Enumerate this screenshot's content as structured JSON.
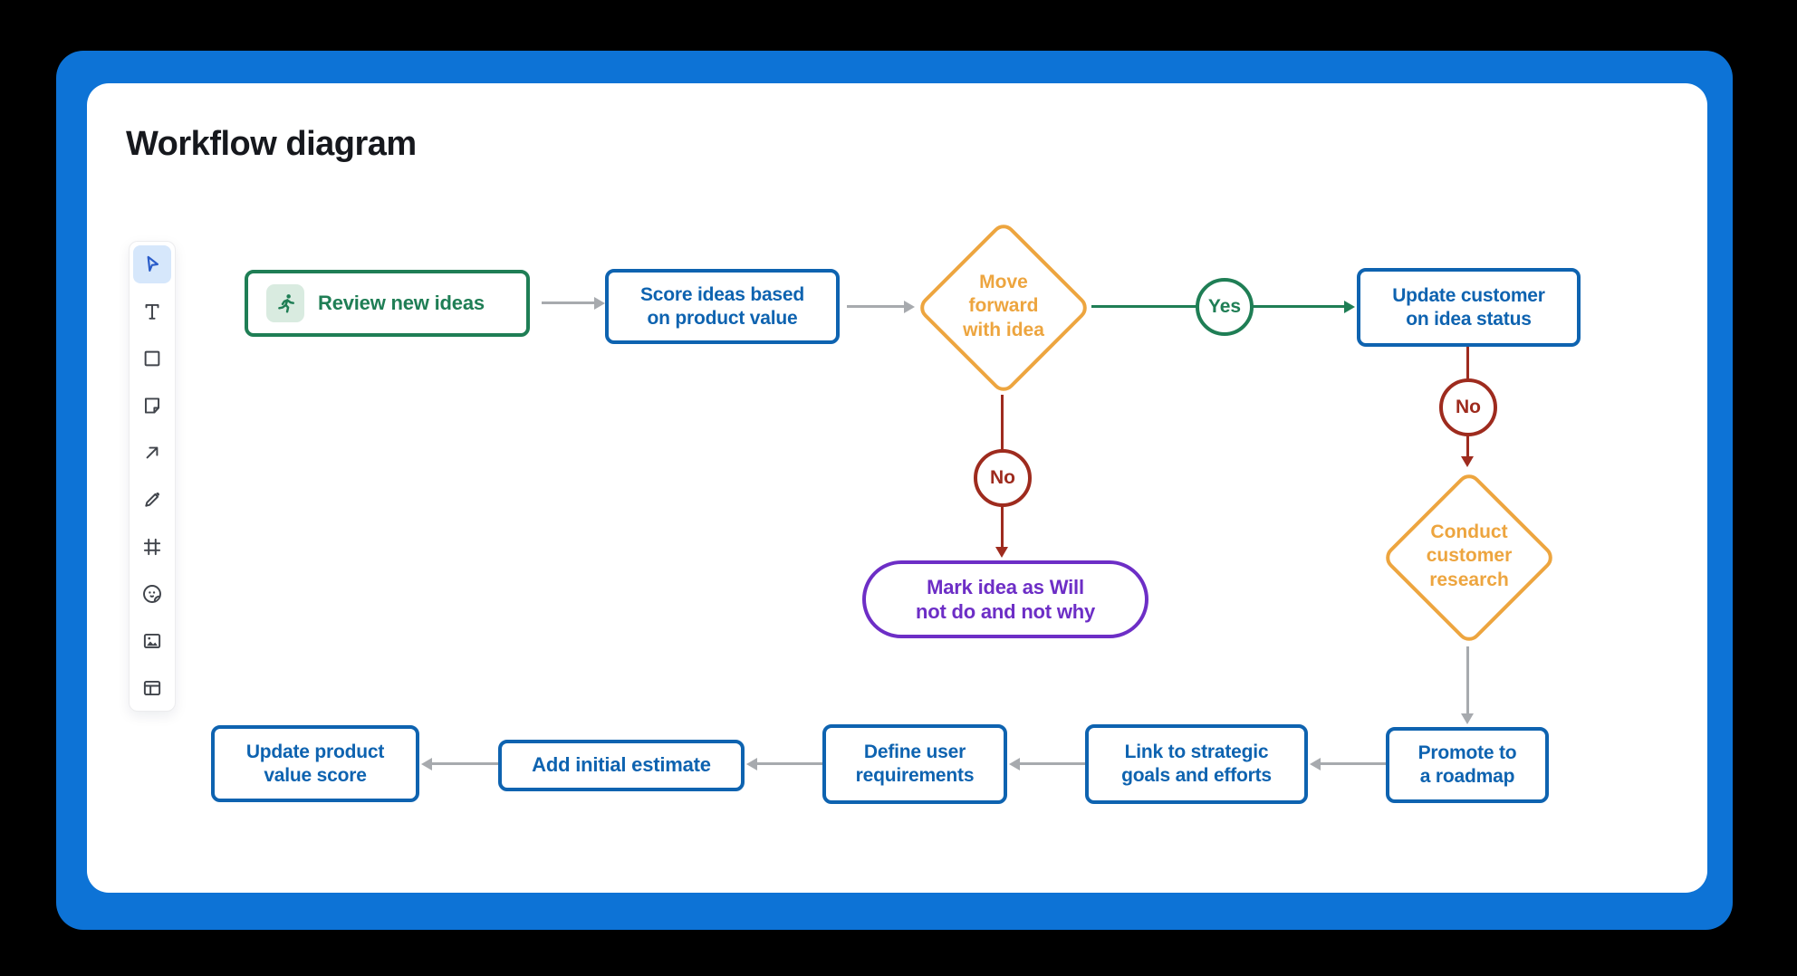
{
  "window": {
    "title": "Workflow diagram"
  },
  "colors": {
    "background": "#000000",
    "frame": "#0d73d6",
    "canvas": "#ffffff",
    "title": "#16181d",
    "green": "#1f7e55",
    "green_soft": "#d9ebe0",
    "blue": "#0e63b0",
    "amber": "#eda53f",
    "red": "#9e2b1e",
    "purple": "#6d2ec6",
    "gray_arrow": "#a7aaae",
    "toolbar_icon": "#40444b",
    "toolbar_selected_bg": "#d6e7fb",
    "toolbar_selected_icon": "#2a5cc9"
  },
  "toolbar": {
    "selected_tool": "select",
    "tools": [
      "select",
      "text",
      "shape",
      "sticky-note",
      "connector",
      "pen",
      "frame",
      "sticker",
      "image",
      "layout"
    ]
  },
  "diagram": {
    "review": {
      "label": "Review new ideas"
    },
    "score": {
      "label": "Score ideas based\non product value"
    },
    "decision_move_forward": {
      "label": "Move\nforward\nwith idea"
    },
    "yes_badge": {
      "label": "Yes"
    },
    "update_customer": {
      "label": "Update customer\non idea status"
    },
    "no_badge_right": {
      "label": "No"
    },
    "decision_research": {
      "label": "Conduct\ncustomer\nresearch"
    },
    "no_badge_middle": {
      "label": "No"
    },
    "mark_idea": {
      "line1_normal": "Mark idea as",
      "line1_bold": "Will",
      "line2_bold": "not do",
      "line2_normal": "and not why"
    },
    "promote": {
      "label": "Promote to\na roadmap"
    },
    "link_strategic": {
      "label": "Link to strategic\ngoals and efforts"
    },
    "define_user": {
      "label": "Define user\nrequirements"
    },
    "add_estimate": {
      "label": "Add initial estimate"
    },
    "update_value": {
      "label": "Update product\nvalue score"
    }
  }
}
